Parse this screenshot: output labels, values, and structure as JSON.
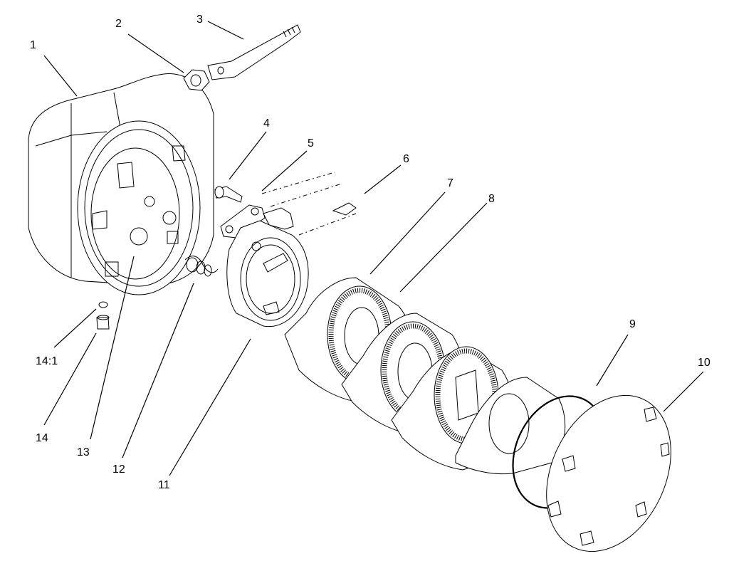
{
  "callouts": [
    {
      "id": "1",
      "label": "1"
    },
    {
      "id": "2",
      "label": "2"
    },
    {
      "id": "3",
      "label": "3"
    },
    {
      "id": "4",
      "label": "4"
    },
    {
      "id": "5",
      "label": "5"
    },
    {
      "id": "6",
      "label": "6"
    },
    {
      "id": "7",
      "label": "7"
    },
    {
      "id": "8",
      "label": "8"
    },
    {
      "id": "9",
      "label": "9"
    },
    {
      "id": "10",
      "label": "10"
    },
    {
      "id": "11",
      "label": "11"
    },
    {
      "id": "12",
      "label": "12"
    },
    {
      "id": "13",
      "label": "13"
    },
    {
      "id": "14",
      "label": "14"
    },
    {
      "id": "14-1",
      "label": "14:1"
    }
  ]
}
